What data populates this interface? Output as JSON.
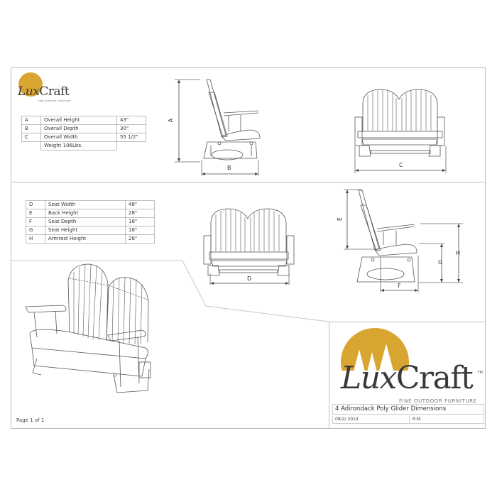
{
  "brand": {
    "name_part1": "Lux",
    "name_part2": "Craft",
    "tagline": "FINE OUTDOOR FURNITURE",
    "trademark": "TM",
    "sun_color": "#d9a531",
    "text_color": "#3a3a3a"
  },
  "overall_specs": {
    "rows": [
      {
        "code": "A",
        "name": "Overall Height",
        "value": "43\""
      },
      {
        "code": "B",
        "name": "Overall Depth",
        "value": "30\""
      },
      {
        "code": "C",
        "name": "Overall Width",
        "value": "55 1/2\""
      }
    ],
    "weight": "Weight 106Lbs."
  },
  "seat_specs": {
    "rows": [
      {
        "code": "D",
        "name": "Seat Width",
        "value": "48\""
      },
      {
        "code": "E",
        "name": "Back Height",
        "value": "28\""
      },
      {
        "code": "F",
        "name": "Seat Depth",
        "value": "18\""
      },
      {
        "code": "G",
        "name": "Seat Height",
        "value": "18\""
      },
      {
        "code": "H",
        "name": "Armrest Height",
        "value": "28\""
      }
    ]
  },
  "drawings": {
    "side_top": {
      "height_label": "A",
      "depth_label": "B"
    },
    "front_top": {
      "width_label": "C"
    },
    "front_mid": {
      "width_label": "D"
    },
    "side_mid": {
      "back_label": "E",
      "seat_depth_label": "F",
      "seat_height_label": "G",
      "armrest_label": "H"
    },
    "isometric": {
      "view": "3D perspective"
    }
  },
  "title_block": {
    "title": "4 Adirondack Poly Glider Dimensions",
    "date": "08/2/ 2019",
    "drawn_by": "R.M."
  },
  "footer": {
    "page": "Page 1 of 1"
  }
}
